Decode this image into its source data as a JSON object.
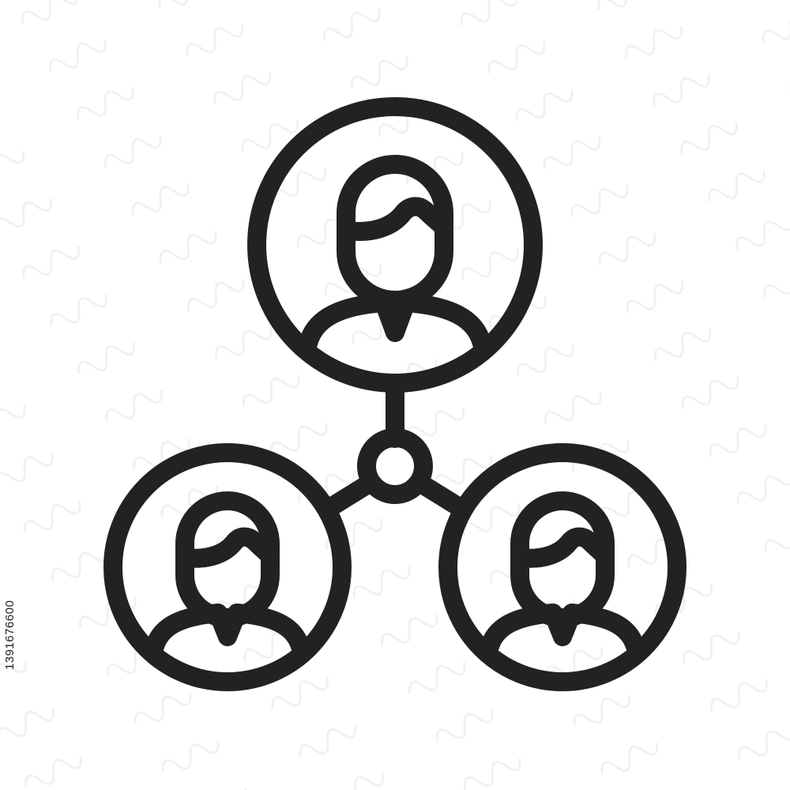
{
  "image": {
    "subject": "team-network-icon",
    "stock_id": "1391676600",
    "colors": {
      "background": "#ffffff",
      "stroke": "#222222",
      "watermark": "#f1f1f1"
    }
  },
  "icon": {
    "people": [
      {
        "name": "person-top",
        "icon": "user-avatar-icon"
      },
      {
        "name": "person-bottom-left",
        "icon": "user-avatar-icon"
      },
      {
        "name": "person-bottom-right",
        "icon": "user-avatar-icon"
      }
    ],
    "hub": {
      "icon": "network-hub-icon"
    }
  }
}
